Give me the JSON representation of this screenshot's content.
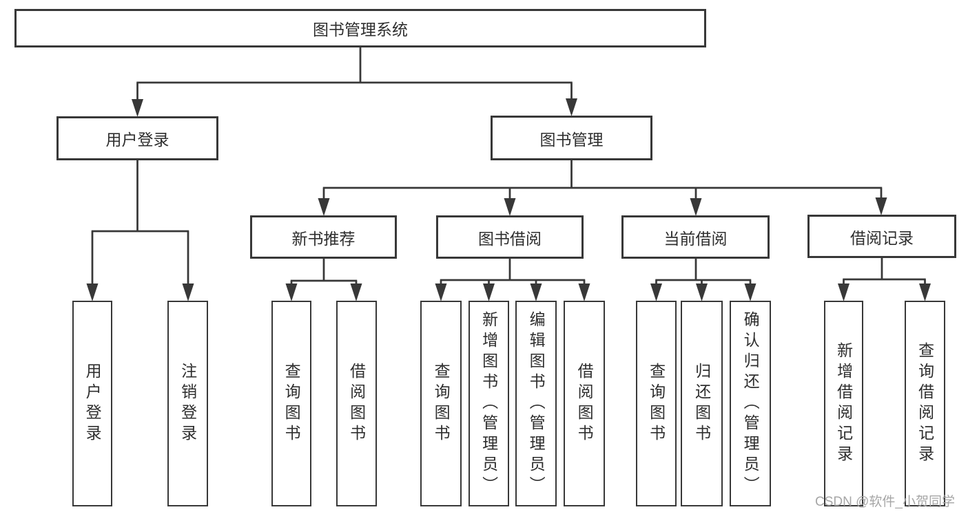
{
  "diagram_type": "tree",
  "root": {
    "label": "图书管理系统"
  },
  "level2": [
    {
      "id": "user-login",
      "label": "用户登录",
      "parent": "图书管理系统"
    },
    {
      "id": "book-management",
      "label": "图书管理",
      "parent": "图书管理系统"
    }
  ],
  "level3": [
    {
      "id": "new-book-recommend",
      "label": "新书推荐",
      "parent": "图书管理"
    },
    {
      "id": "book-borrow",
      "label": "图书借阅",
      "parent": "图书管理"
    },
    {
      "id": "current-borrow",
      "label": "当前借阅",
      "parent": "图书管理"
    },
    {
      "id": "borrow-records",
      "label": "借阅记录",
      "parent": "图书管理"
    }
  ],
  "leaves": [
    {
      "id": "leaf-user-login",
      "label": "用户登录",
      "parent": "用户登录"
    },
    {
      "id": "leaf-logout",
      "label": "注销登录",
      "parent": "用户登录"
    },
    {
      "id": "leaf-query-books-recommend",
      "label": "查询图书",
      "parent": "新书推荐"
    },
    {
      "id": "leaf-borrow-books-recommend",
      "label": "借阅图书",
      "parent": "新书推荐"
    },
    {
      "id": "leaf-query-books-borrow",
      "label": "查询图书",
      "parent": "图书借阅"
    },
    {
      "id": "leaf-add-book-admin",
      "label": "新增图书（管理员）",
      "parent": "图书借阅"
    },
    {
      "id": "leaf-edit-book-admin",
      "label": "编辑图书（管理员）",
      "parent": "图书借阅"
    },
    {
      "id": "leaf-borrow-books-borrow",
      "label": "借阅图书",
      "parent": "图书借阅"
    },
    {
      "id": "leaf-query-books-current",
      "label": "查询图书",
      "parent": "当前借阅"
    },
    {
      "id": "leaf-return-book",
      "label": "归还图书",
      "parent": "当前借阅"
    },
    {
      "id": "leaf-confirm-return-admin",
      "label": "确认归还（管理员）",
      "parent": "当前借阅"
    },
    {
      "id": "leaf-add-borrow-record",
      "label": "新增借阅记录",
      "parent": "借阅记录"
    },
    {
      "id": "leaf-query-borrow-record",
      "label": "查询借阅记录",
      "parent": "借阅记录"
    }
  ],
  "watermark": {
    "text": "CSDN @软件_小贺同学"
  },
  "colors": {
    "line": "#383838",
    "box_border": "#383838",
    "text": "#2e2e2e",
    "background": "#ffffff",
    "watermark": "#a6a6a6"
  }
}
